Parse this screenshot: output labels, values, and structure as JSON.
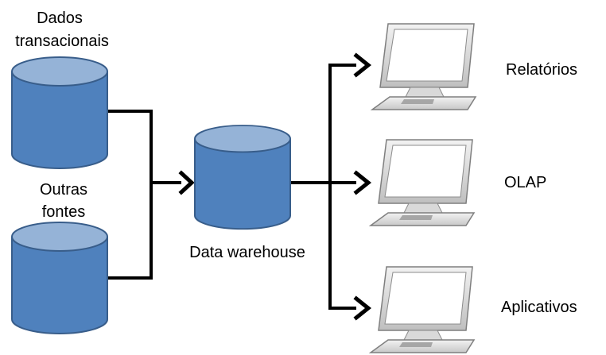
{
  "sources": {
    "transactional_label_line1": "Dados",
    "transactional_label_line2": "transacionais",
    "other_label_line1": "Outras",
    "other_label_line2": "fontes"
  },
  "warehouse": {
    "label": "Data warehouse"
  },
  "outputs": {
    "reports_label": "Relatórios",
    "olap_label": "OLAP",
    "apps_label": "Aplicativos"
  },
  "colors": {
    "cylinder_body": "#4f81bd",
    "cylinder_top": "#95b3d7",
    "cylinder_outline": "#385d8a",
    "connector": "#000000",
    "monitor_frame": "#d9d9d9",
    "monitor_screen": "#ffffff",
    "monitor_outline": "#7f7f7f"
  }
}
